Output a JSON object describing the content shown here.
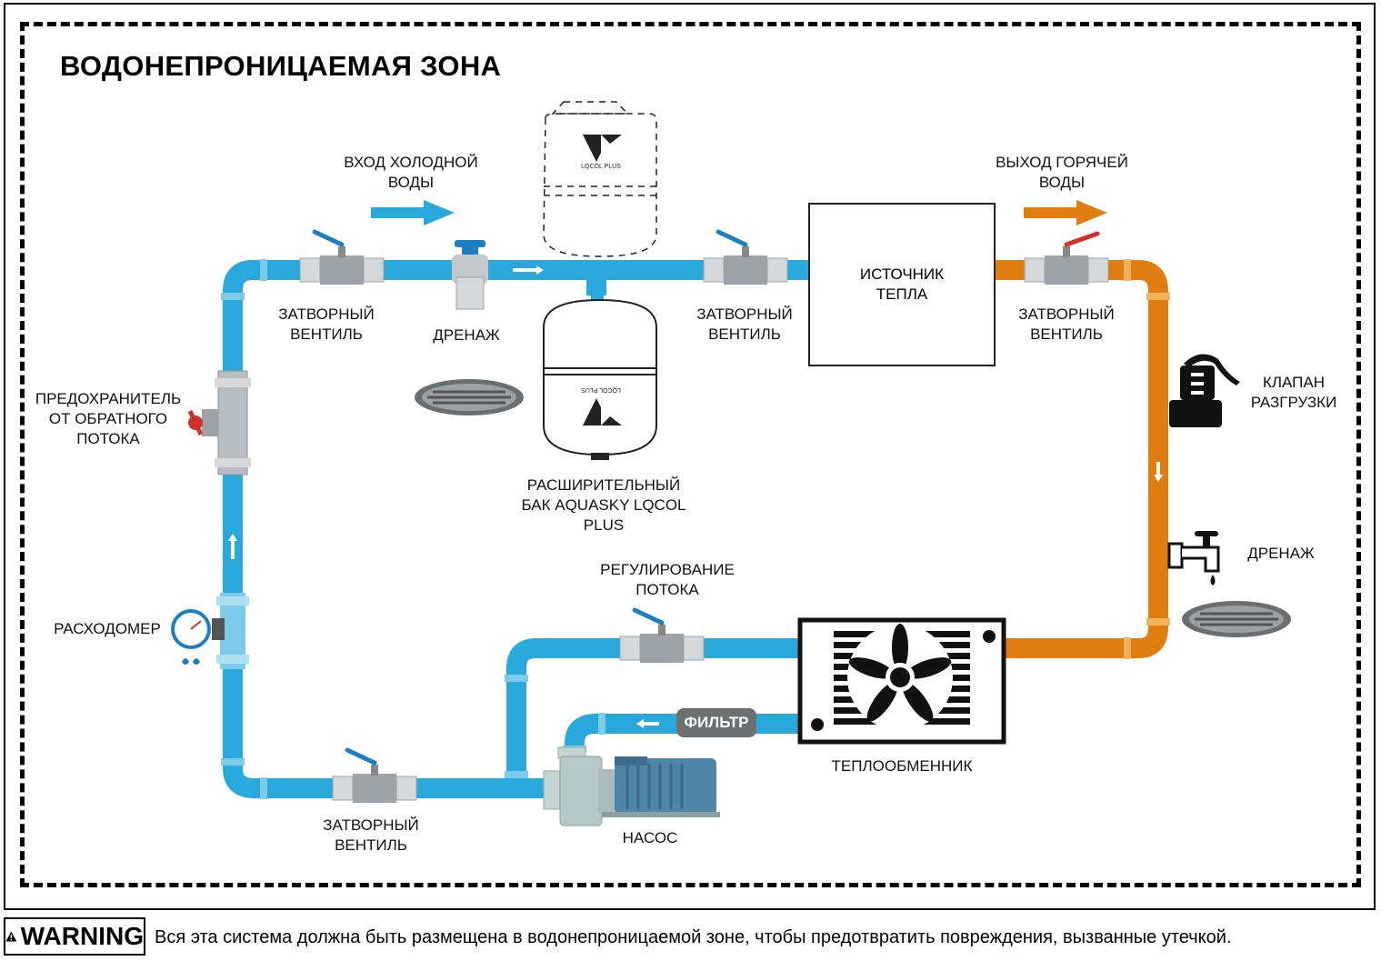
{
  "title": "ВОДОНЕПРОНИЦАЕМАЯ ЗОНА",
  "labels": {
    "cold_in": "ВХОД ХОЛОДНОЙ\nВОДЫ",
    "hot_out": "ВЫХОД ГОРЯЧЕЙ\nВОДЫ",
    "valve_1": "ЗАТВОРНЫЙ\nВЕНТИЛЬ",
    "valve_2": "ЗАТВОРНЫЙ\nВЕНТИЛЬ",
    "valve_3": "ЗАТВОРНЫЙ\nВЕНТИЛЬ",
    "valve_4": "ЗАТВОРНЫЙ\nВЕНТИЛЬ",
    "drain_left": "ДРЕНАЖ",
    "drain_right": "ДРЕНАЖ",
    "backflow": "ПРЕДОХРАНИТЕЛЬ\nОТ ОБРАТНОГО\nПОТОКА",
    "flowmeter": "РАСХОДОМЕР",
    "tank": "РАСШИРИТЕЛЬНЫЙ\nБАК AQUASKY LQCOL\nPLUS",
    "tank_brand": "LQCOL PLUS",
    "flow_control": "РЕГУЛИРОВАНИЕ\nПОТОКА",
    "relief": "КЛАПАН\nРАЗГРУЗКИ",
    "heat_source": "ИСТОЧНИК\nТЕПЛА",
    "heat_exchanger": "ТЕПЛООБМЕННИК",
    "filter": "ФИЛЬТР",
    "pump": "НАСОС"
  },
  "warning": {
    "badge": "WARNING",
    "text": "Вся эта система должна быть размещена в водонепроницаемой зоне, чтобы предотвратить повреждения, вызванные утечкой."
  },
  "colors": {
    "cold_pipe": "#29a8dc",
    "hot_pipe": "#e07d10",
    "valve_handle_blue": "#1e7fc0",
    "valve_handle_red": "#d0312d",
    "fitting_gray": "#a8adb1"
  }
}
